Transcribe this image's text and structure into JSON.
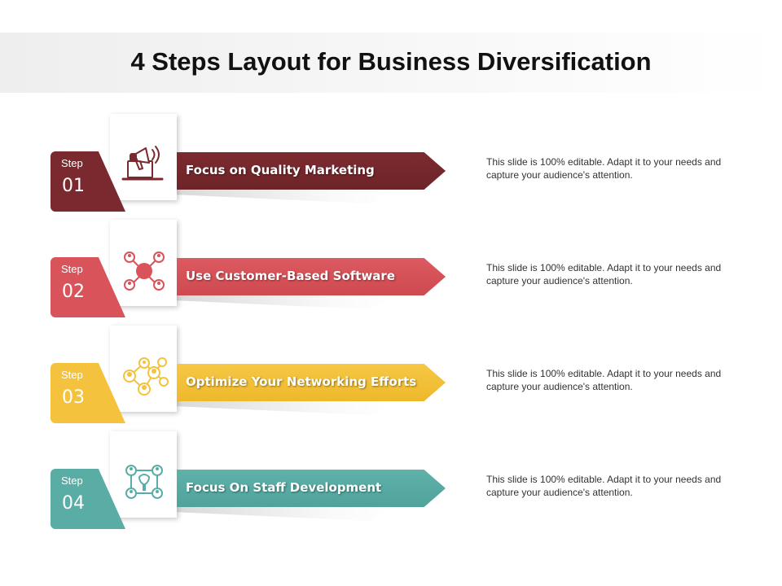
{
  "slide": {
    "title": "4 Steps Layout for Business Diversification"
  },
  "steps": [
    {
      "step_label": "Step",
      "number": "01",
      "heading": "Focus on Quality Marketing",
      "description": "This slide is 100% editable. Adapt it to your needs and capture your audience's attention.",
      "icon": "megaphone-laptop-icon",
      "color": "#7a2a2e"
    },
    {
      "step_label": "Step",
      "number": "02",
      "heading": "Use Customer-Based Software",
      "description": "This slide is 100% editable. Adapt it to your needs and capture your audience's attention.",
      "icon": "customer-network-icon",
      "color": "#d9535a"
    },
    {
      "step_label": "Step",
      "number": "03",
      "heading": "Optimize Your Networking Efforts",
      "description": "This slide is 100% editable. Adapt it to your needs and capture your audience's attention.",
      "icon": "people-network-icon",
      "color": "#f4c23c"
    },
    {
      "step_label": "Step",
      "number": "04",
      "heading": "Focus On Staff Development",
      "description": "This slide is 100% editable. Adapt it to your needs and capture your audience's attention.",
      "icon": "staff-development-icon",
      "color": "#5aada5"
    }
  ]
}
